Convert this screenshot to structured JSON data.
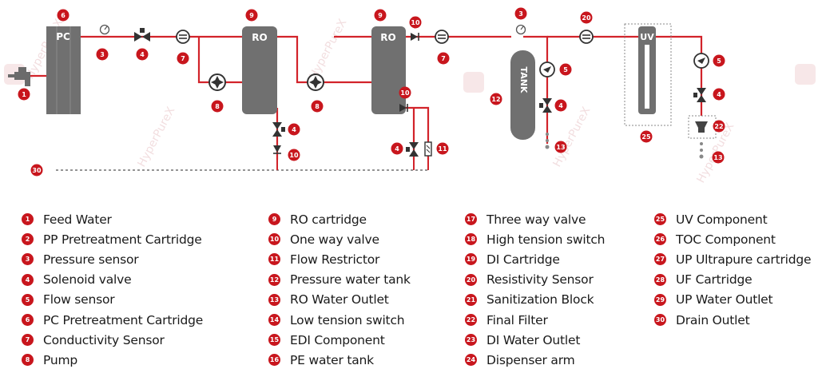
{
  "diagram": {
    "labels": {
      "pc": "PC",
      "ro1": "RO",
      "ro2": "RO",
      "tank": "TANK",
      "uv": "UV"
    },
    "callouts": [
      "1",
      "6",
      "3",
      "4",
      "7",
      "9",
      "8",
      "4",
      "10",
      "9",
      "10",
      "7",
      "8",
      "10",
      "4",
      "11",
      "3",
      "12",
      "5",
      "4",
      "13",
      "20",
      "5",
      "4",
      "22",
      "25",
      "13",
      "30"
    ],
    "watermark": "HyperPureX"
  },
  "legend": {
    "columns": [
      [
        {
          "num": "1",
          "label": "Feed Water"
        },
        {
          "num": "2",
          "label": "PP Pretreatment Cartridge"
        },
        {
          "num": "3",
          "label": "Pressure sensor"
        },
        {
          "num": "4",
          "label": "Solenoid valve"
        },
        {
          "num": "5",
          "label": "Flow sensor"
        },
        {
          "num": "6",
          "label": "PC Pretreatment Cartridge"
        },
        {
          "num": "7",
          "label": "Conductivity Sensor"
        },
        {
          "num": "8",
          "label": "Pump"
        }
      ],
      [
        {
          "num": "9",
          "label": "RO cartridge"
        },
        {
          "num": "10",
          "label": "One way valve"
        },
        {
          "num": "11",
          "label": "Flow Restrictor"
        },
        {
          "num": "12",
          "label": "Pressure water tank"
        },
        {
          "num": "13",
          "label": "RO Water Outlet"
        },
        {
          "num": "14",
          "label": "Low tension switch"
        },
        {
          "num": "15",
          "label": "EDI Component"
        },
        {
          "num": "16",
          "label": "PE water tank"
        }
      ],
      [
        {
          "num": "17",
          "label": "Three way valve"
        },
        {
          "num": "18",
          "label": "High tension switch"
        },
        {
          "num": "19",
          "label": "DI Cartridge"
        },
        {
          "num": "20",
          "label": "Resistivity Sensor"
        },
        {
          "num": "21",
          "label": "Sanitization Block"
        },
        {
          "num": "22",
          "label": "Final Filter"
        },
        {
          "num": "23",
          "label": "DI Water Outlet"
        },
        {
          "num": "24",
          "label": "Dispenser arm"
        }
      ],
      [
        {
          "num": "25",
          "label": "UV Component"
        },
        {
          "num": "26",
          "label": "TOC Component"
        },
        {
          "num": "27",
          "label": "UP Ultrapure cartridge"
        },
        {
          "num": "28",
          "label": "UF Cartridge"
        },
        {
          "num": "29",
          "label": "UP Water Outlet"
        },
        {
          "num": "30",
          "label": "Drain Outlet"
        }
      ]
    ]
  },
  "colors": {
    "pipe": "#d2232a",
    "badge": "#c8161d",
    "cartridge": "#707070",
    "drain": "#555555",
    "watermark": "#e8c4c6"
  }
}
